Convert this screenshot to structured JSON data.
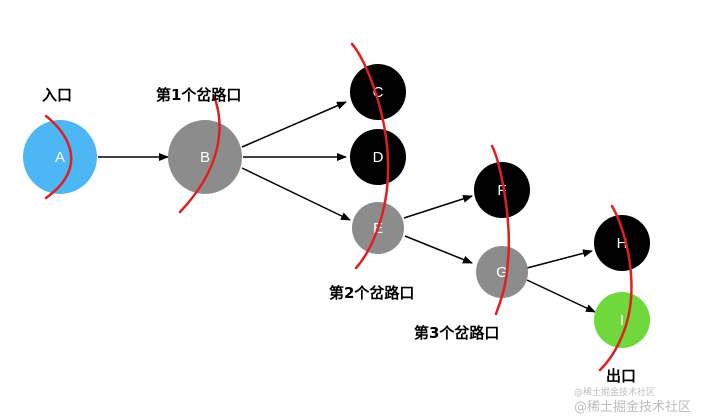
{
  "labels": {
    "entry": "入口",
    "fork1": "第1个岔路口",
    "fork2": "第2个岔路口",
    "fork3": "第3个岔路口",
    "exit": "出口"
  },
  "watermark": {
    "small": "@稀土掘金技术社区",
    "large": "@稀土掘金技术社区"
  },
  "nodes": [
    {
      "id": "A",
      "label": "A",
      "color": "#4db6f5"
    },
    {
      "id": "B",
      "label": "B",
      "color": "#8c8c8c"
    },
    {
      "id": "C",
      "label": "C",
      "color": "#000000"
    },
    {
      "id": "D",
      "label": "D",
      "color": "#000000"
    },
    {
      "id": "E",
      "label": "E",
      "color": "#8c8c8c"
    },
    {
      "id": "F",
      "label": "F",
      "color": "#000000"
    },
    {
      "id": "G",
      "label": "G",
      "color": "#8c8c8c"
    },
    {
      "id": "H",
      "label": "H",
      "color": "#000000"
    },
    {
      "id": "I",
      "label": "I",
      "color": "#6ed83c"
    }
  ],
  "edges": [
    {
      "from": "A",
      "to": "B"
    },
    {
      "from": "B",
      "to": "C"
    },
    {
      "from": "B",
      "to": "D"
    },
    {
      "from": "B",
      "to": "E"
    },
    {
      "from": "E",
      "to": "F"
    },
    {
      "from": "E",
      "to": "G"
    },
    {
      "from": "G",
      "to": "H"
    },
    {
      "from": "G",
      "to": "I"
    }
  ],
  "colors": {
    "cut_line": "#e02020",
    "arrow": "#000000"
  }
}
